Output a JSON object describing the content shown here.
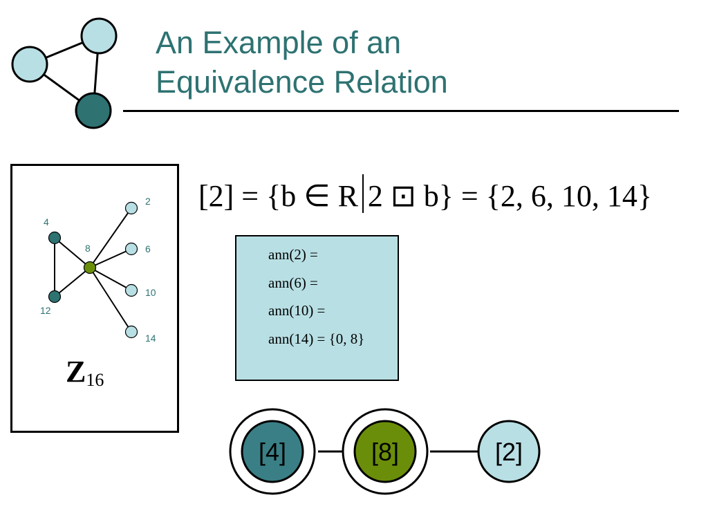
{
  "title": {
    "line1": "An Example of an",
    "line2": "Equivalence Relation"
  },
  "graph": {
    "vertices": [
      {
        "id": "v4",
        "label": "4",
        "color": "#2e7272"
      },
      {
        "id": "v12",
        "label": "12",
        "color": "#2e7272"
      },
      {
        "id": "v8",
        "label": "8",
        "color": "#6b8e0a"
      },
      {
        "id": "v2",
        "label": "2",
        "color": "#b8dfe4"
      },
      {
        "id": "v6",
        "label": "6",
        "color": "#b8dfe4"
      },
      {
        "id": "v10",
        "label": "10",
        "color": "#b8dfe4"
      },
      {
        "id": "v14",
        "label": "14",
        "color": "#b8dfe4"
      }
    ],
    "edges": [
      [
        "v4",
        "v12"
      ],
      [
        "v4",
        "v8"
      ],
      [
        "v12",
        "v8"
      ],
      [
        "v8",
        "v2"
      ],
      [
        "v8",
        "v6"
      ],
      [
        "v8",
        "v10"
      ],
      [
        "v8",
        "v14"
      ]
    ],
    "ring_name": "Z",
    "ring_subscript": "16"
  },
  "formula": {
    "lhs": "[2] = {b ∈ R",
    "rhs": "2 ⊡ b} = {2, 6, 10, 14}"
  },
  "annihilators": {
    "lines": [
      "ann(2) =",
      "ann(6) =",
      "ann(10) =",
      "ann(14) = {0, 8}"
    ]
  },
  "classes": {
    "items": [
      {
        "label": "[4]",
        "color": "#3a7f86",
        "outer_ring": true
      },
      {
        "label": "[8]",
        "color": "#6b8e0a",
        "outer_ring": true
      },
      {
        "label": "[2]",
        "color": "#b8dfe4",
        "outer_ring": false
      }
    ]
  },
  "colors": {
    "title": "#2e7272",
    "teal_dark": "#2e7272",
    "teal_light": "#b8dfe4",
    "olive": "#6b8e0a"
  }
}
